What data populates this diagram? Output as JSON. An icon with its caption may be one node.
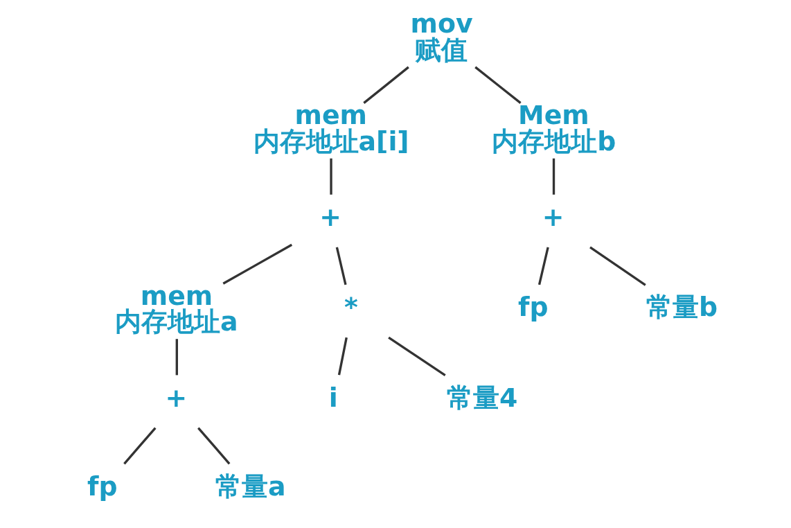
{
  "diagram": {
    "nodes": [
      {
        "text": [
          "mov",
          "赋值"
        ]
      },
      {
        "text": [
          "mem",
          "内存地址a[i]"
        ]
      },
      {
        "text": [
          "Mem",
          "内存地址b"
        ]
      },
      {
        "text": [
          "+"
        ]
      },
      {
        "text": [
          "mem",
          "内存地址a"
        ]
      },
      {
        "text": [
          "*"
        ]
      },
      {
        "text": [
          "+"
        ]
      },
      {
        "text": [
          "fp"
        ]
      },
      {
        "text": [
          "常量a"
        ]
      },
      {
        "text": [
          "i"
        ]
      },
      {
        "text": [
          "常量4"
        ]
      },
      {
        "text": [
          "+"
        ]
      },
      {
        "text": [
          "fp"
        ]
      },
      {
        "text": [
          "常量b"
        ]
      }
    ],
    "edges": [
      {
        "from": 0,
        "to": 1,
        "arrow": "none"
      },
      {
        "from": 0,
        "to": 2,
        "arrow": "none"
      },
      {
        "from": 1,
        "to": 3,
        "arrow": "none"
      },
      {
        "from": 3,
        "to": 4,
        "arrow": "none"
      },
      {
        "from": 3,
        "to": 5,
        "arrow": "none"
      },
      {
        "from": 4,
        "to": 6,
        "arrow": "none"
      },
      {
        "from": 6,
        "to": 7,
        "arrow": "none"
      },
      {
        "from": 6,
        "to": 8,
        "arrow": "none"
      },
      {
        "from": 5,
        "to": 9,
        "arrow": "none"
      },
      {
        "from": 5,
        "to": 10,
        "arrow": "none"
      },
      {
        "from": 2,
        "to": 11,
        "arrow": "none"
      },
      {
        "from": 11,
        "to": 12,
        "arrow": "none"
      },
      {
        "from": 11,
        "to": 13,
        "arrow": "none"
      }
    ]
  }
}
